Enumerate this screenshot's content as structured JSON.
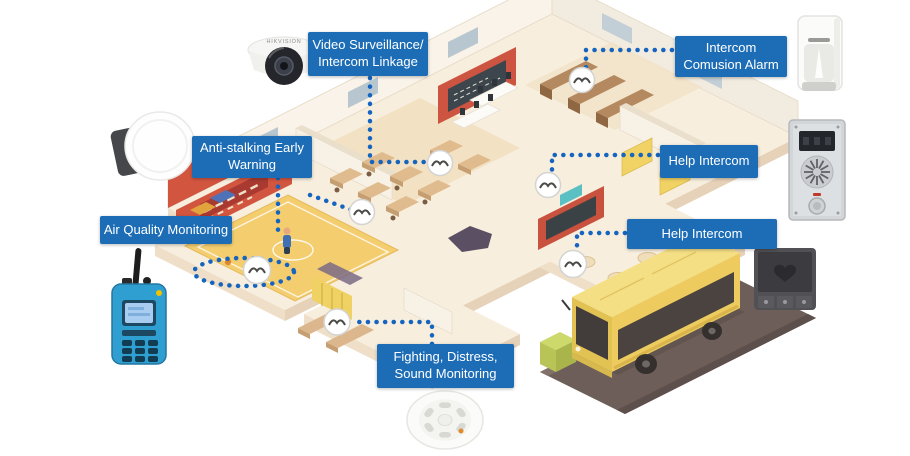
{
  "colors": {
    "callout_bg": "#1d6db6",
    "callout_text": "#ffffff",
    "dotted_line": "#1565c0",
    "building_floor": "#f7eedd",
    "accent_red": "#cc5440",
    "court_yellow": "#f3cd6e",
    "bus_yellow": "#f2d264",
    "road_gray": "#6e5e59",
    "radio_blue": "#2f9fd2"
  },
  "callouts": [
    {
      "id": "video-surveillance-intercom-linkage",
      "lines": [
        "Video Surveillance/",
        "Intercom Linkage"
      ]
    },
    {
      "id": "intercom-intrusion-alarm",
      "lines": [
        "Intercom",
        "Comusion Alarm"
      ]
    },
    {
      "id": "anti-stalking-early-warning",
      "lines": [
        "Anti-stalking Early",
        "Warning"
      ]
    },
    {
      "id": "air-quality-monitoring",
      "lines": [
        "Air Quality Monitoring"
      ]
    },
    {
      "id": "help-intercom-upper",
      "lines": [
        "Help Intercom"
      ]
    },
    {
      "id": "help-intercom-lower",
      "lines": [
        "Help Intercom"
      ]
    },
    {
      "id": "fighting-distress-sound-monitoring",
      "lines": [
        "Fighting, Distress,",
        "Sound Monitoring"
      ]
    }
  ],
  "devices": [
    {
      "id": "dome-camera",
      "brand": "HIKVISION"
    },
    {
      "id": "ceiling-speaker"
    },
    {
      "id": "two-way-radio"
    },
    {
      "id": "pir-motion-sensor"
    },
    {
      "id": "door-intercom-panel"
    },
    {
      "id": "wall-control-panel"
    },
    {
      "id": "smoke-detector"
    },
    {
      "id": "school-bus"
    }
  ],
  "sensor_nodes": {
    "count": 7
  }
}
